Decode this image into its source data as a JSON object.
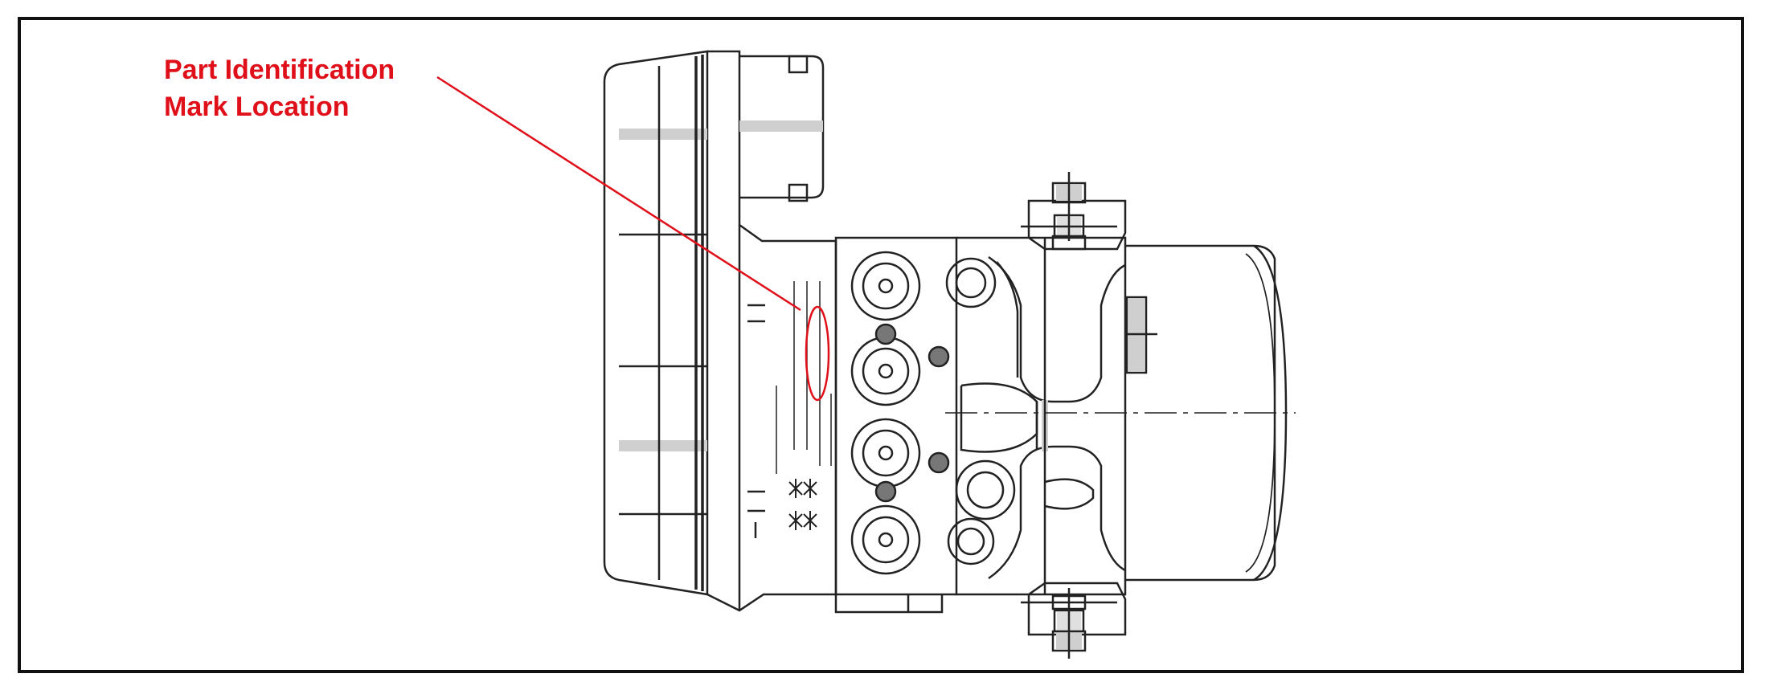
{
  "callout": {
    "line1": "Part Identification",
    "line2": "Mark Location"
  },
  "colors": {
    "callout": "#e0101a",
    "linework": "#222222",
    "frame": "#111111",
    "background": "#ffffff"
  },
  "icons": {
    "component": "abs-actuator-drawing",
    "highlight": "red-ellipse"
  }
}
